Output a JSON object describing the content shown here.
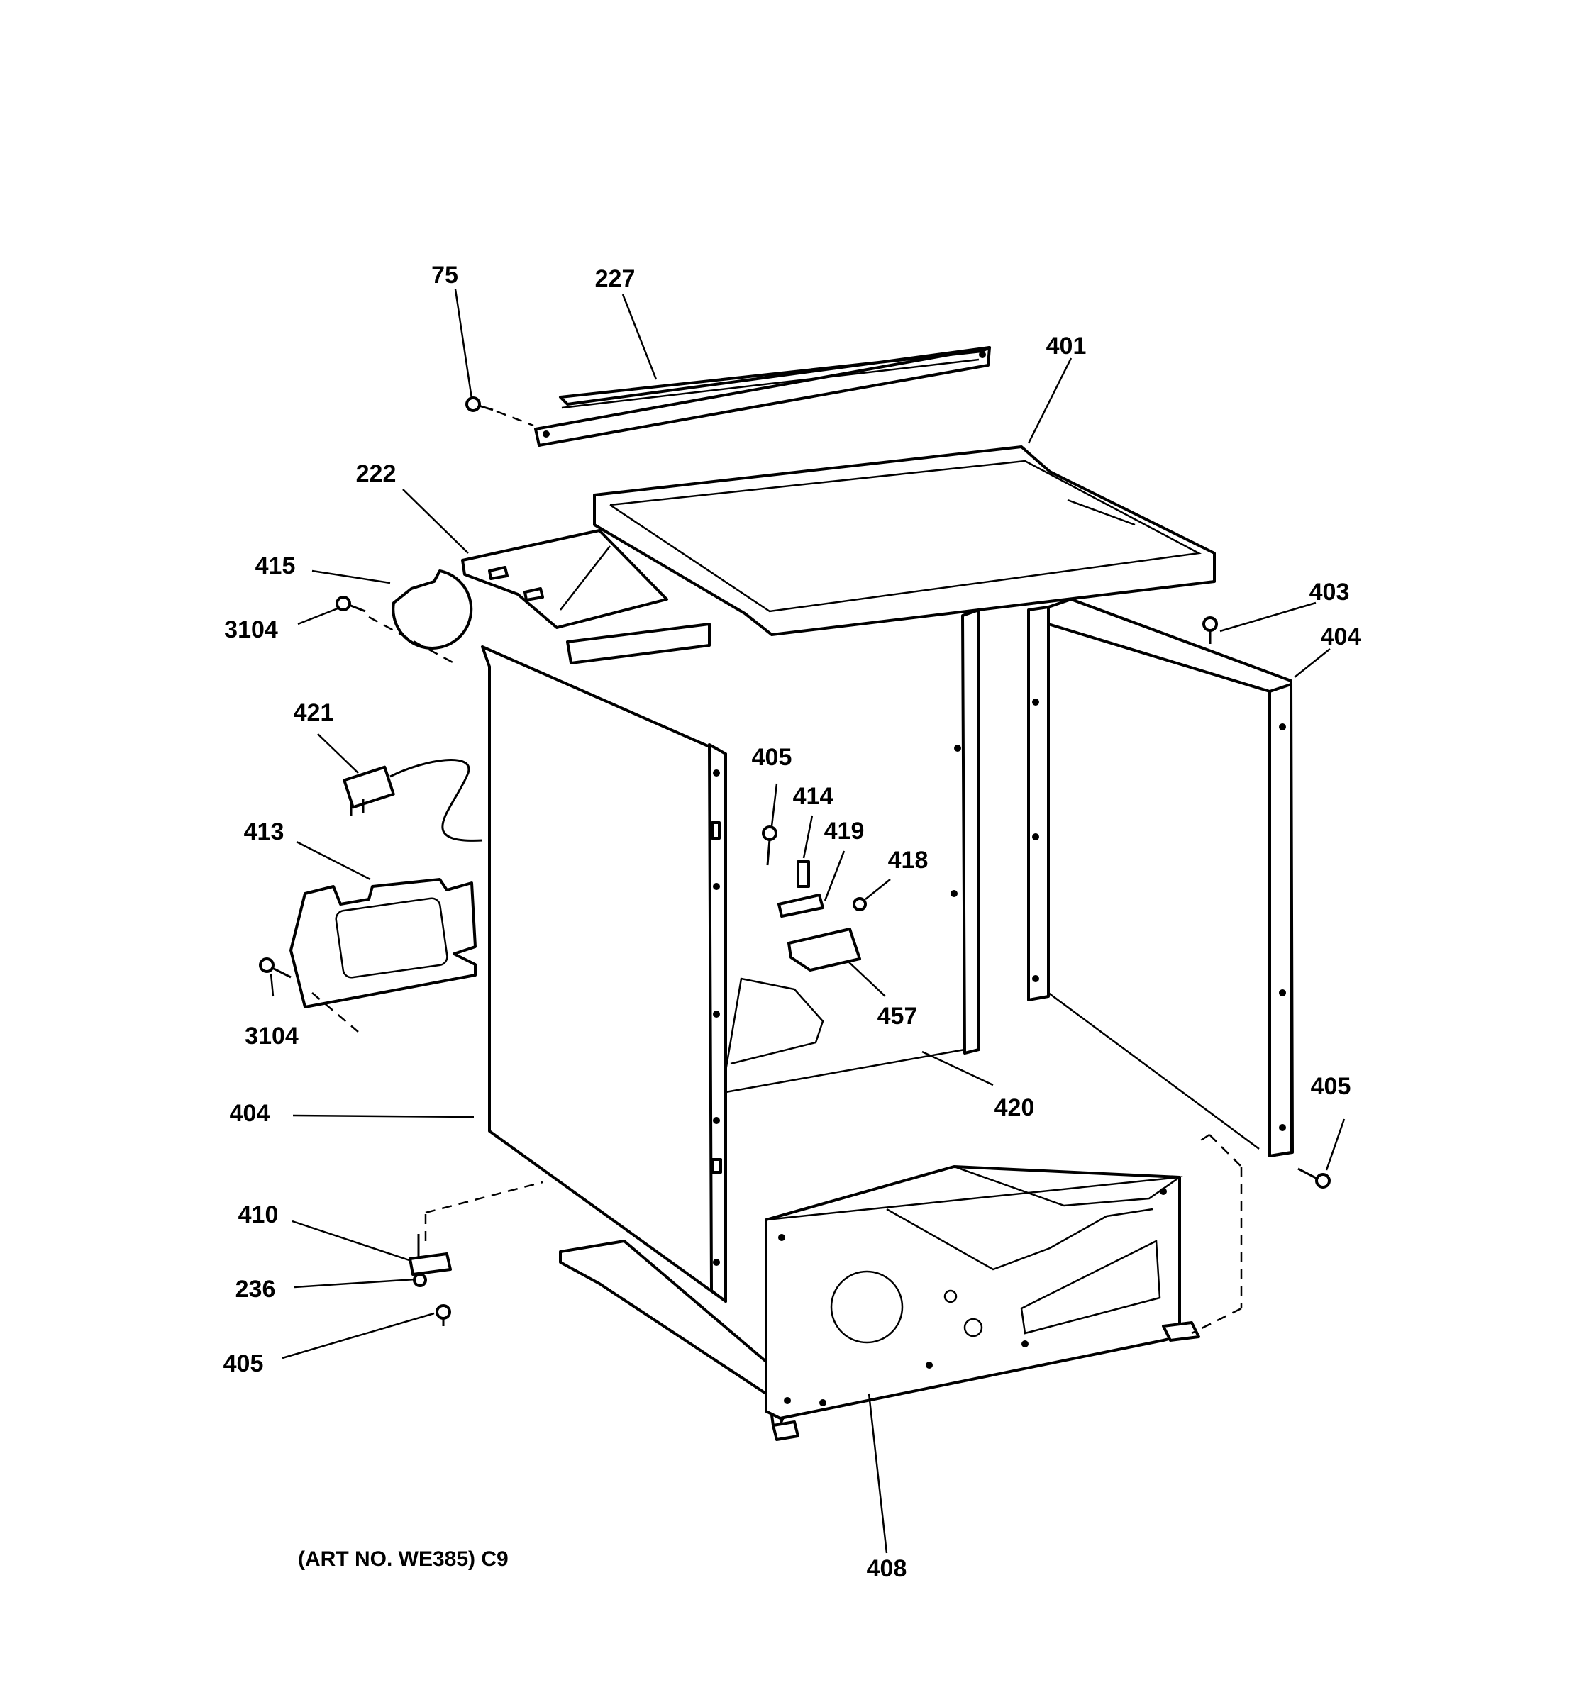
{
  "diagram": {
    "art_number": "(ART NO. WE385) C9",
    "callouts": [
      {
        "id": "75",
        "label": "75"
      },
      {
        "id": "227",
        "label": "227"
      },
      {
        "id": "401",
        "label": "401"
      },
      {
        "id": "222",
        "label": "222"
      },
      {
        "id": "415",
        "label": "415"
      },
      {
        "id": "3104a",
        "label": "3104"
      },
      {
        "id": "403",
        "label": "403"
      },
      {
        "id": "404a",
        "label": "404"
      },
      {
        "id": "421",
        "label": "421"
      },
      {
        "id": "405a",
        "label": "405"
      },
      {
        "id": "414",
        "label": "414"
      },
      {
        "id": "419",
        "label": "419"
      },
      {
        "id": "418",
        "label": "418"
      },
      {
        "id": "413",
        "label": "413"
      },
      {
        "id": "457",
        "label": "457"
      },
      {
        "id": "3104b",
        "label": "3104"
      },
      {
        "id": "404b",
        "label": "404"
      },
      {
        "id": "420",
        "label": "420"
      },
      {
        "id": "405b",
        "label": "405"
      },
      {
        "id": "410",
        "label": "410"
      },
      {
        "id": "236",
        "label": "236"
      },
      {
        "id": "405c",
        "label": "405"
      },
      {
        "id": "408",
        "label": "408"
      }
    ]
  }
}
